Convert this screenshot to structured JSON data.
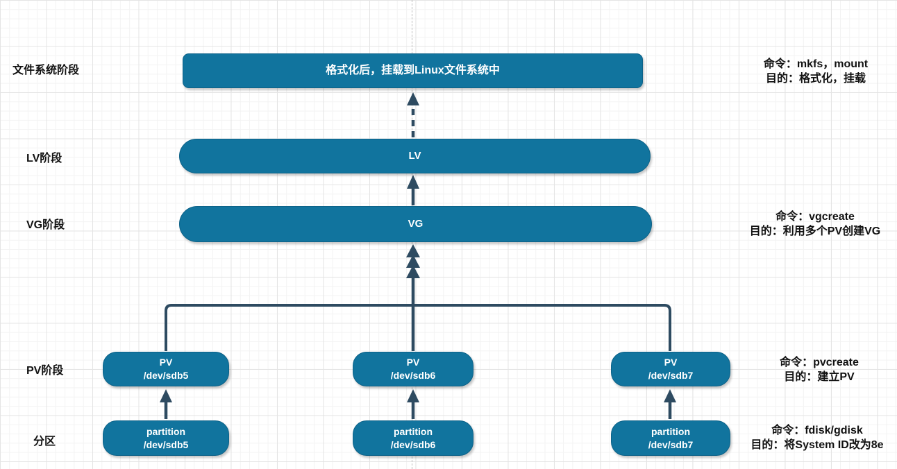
{
  "colors": {
    "node_fill": "#11749E",
    "node_border": "#0d6288",
    "node_text": "#ffffff",
    "connector": "#2E4B61",
    "grid_minor": "#f3f3f3",
    "grid_major": "#e4e4e4",
    "page_break_line": "#bcbcbc",
    "label_text": "#111111"
  },
  "stages": {
    "filesystem": "文件系统阶段",
    "lv": "LV阶段",
    "vg": "VG阶段",
    "pv": "PV阶段",
    "partition": "分区"
  },
  "nodes": {
    "filesystem": {
      "label": "格式化后，挂载到Linux文件系统中"
    },
    "lv": {
      "label": "LV"
    },
    "vg": {
      "label": "VG"
    },
    "pv": [
      {
        "line1": "PV",
        "line2": "/dev/sdb5"
      },
      {
        "line1": "PV",
        "line2": "/dev/sdb6"
      },
      {
        "line1": "PV",
        "line2": "/dev/sdb7"
      }
    ],
    "partition": [
      {
        "line1": "partition",
        "line2": "/dev/sdb5"
      },
      {
        "line1": "partition",
        "line2": "/dev/sdb6"
      },
      {
        "line1": "partition",
        "line2": "/dev/sdb7"
      }
    ]
  },
  "annotations": {
    "filesystem": {
      "command": "命令：mkfs，mount",
      "purpose": "目的：格式化，挂载"
    },
    "vg": {
      "command": "命令：vgcreate",
      "purpose": "目的：利用多个PV创建VG"
    },
    "pv": {
      "command": "命令：pvcreate",
      "purpose": "目的：建立PV"
    },
    "partition": {
      "command": "命令：fdisk/gdisk",
      "purpose": "目的：将System ID改为8e"
    }
  }
}
